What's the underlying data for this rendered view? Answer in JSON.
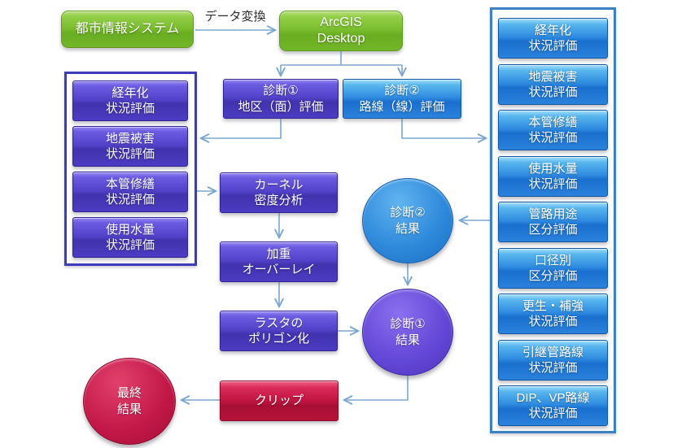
{
  "colors": {
    "green_node": "#79bd2e",
    "purple_node": "#5343ca",
    "blue_node": "#2f8ce0",
    "red_node": "#c11541",
    "blue_circle": "#2e88da",
    "purple_circle": "#6347d6",
    "red_circle": "#c21848",
    "arrow": "#7ba7cf",
    "left_panel_border": "#3d3dbb",
    "right_panel_border": "#3b82c4",
    "background": "#ffffff"
  },
  "flow": {
    "source": {
      "label": "都市情報システム"
    },
    "transform_label": "データ変換",
    "arcgis": {
      "line1": "ArcGIS",
      "line2": "Desktop"
    },
    "diagnosis1": {
      "line1": "診断①",
      "line2": "地区（面）評価"
    },
    "diagnosis2": {
      "line1": "診断②",
      "line2": "路線（線）評価"
    },
    "process": [
      {
        "line1": "カーネル",
        "line2": "密度分析"
      },
      {
        "line1": "加重",
        "line2": "オーバーレイ"
      },
      {
        "line1": "ラスタの",
        "line2": "ポリゴン化"
      }
    ],
    "clip": {
      "label": "クリップ"
    },
    "circles": {
      "result2": {
        "line1": "診断②",
        "line2": "結果"
      },
      "result1": {
        "line1": "診断①",
        "line2": "結果"
      },
      "final": {
        "line1": "最終",
        "line2": "結果"
      }
    }
  },
  "left_panel": {
    "items": [
      {
        "line1": "経年化",
        "line2": "状況評価"
      },
      {
        "line1": "地震被害",
        "line2": "状況評価"
      },
      {
        "line1": "本管修繕",
        "line2": "状況評価"
      },
      {
        "line1": "使用水量",
        "line2": "状況評価"
      }
    ]
  },
  "right_panel": {
    "items": [
      {
        "line1": "経年化",
        "line2": "状況評価"
      },
      {
        "line1": "地震被害",
        "line2": "状況評価"
      },
      {
        "line1": "本管修繕",
        "line2": "状況評価"
      },
      {
        "line1": "使用水量",
        "line2": "状況評価"
      },
      {
        "line1": "管路用途",
        "line2": "区分評価"
      },
      {
        "line1": "口径別",
        "line2": "区分評価"
      },
      {
        "line1": "更生・補強",
        "line2": "状況評価"
      },
      {
        "line1": "引継管路線",
        "line2": "状況評価"
      },
      {
        "line1": "DIP、VP路線",
        "line2": "状況評価"
      }
    ]
  }
}
